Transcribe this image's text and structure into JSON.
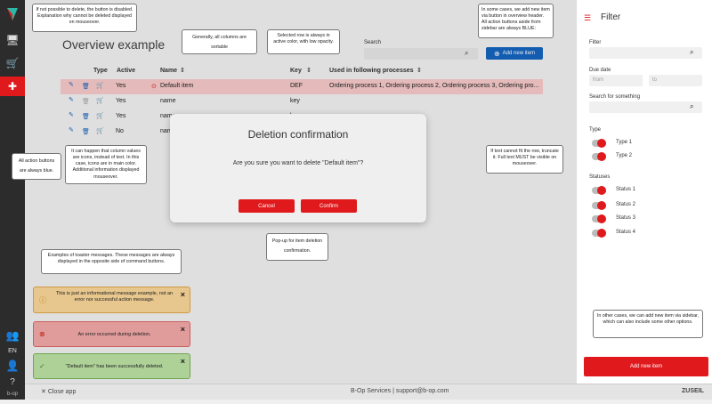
{
  "app": {
    "lang": "EN",
    "close_label": "Close app",
    "footer_center": "B-Op Services | support@b-op.com",
    "brand": "ZUSEIL"
  },
  "main": {
    "title": "Overview example",
    "search_label": "Search",
    "add_button": "Add new item"
  },
  "table": {
    "headers": [
      "Type",
      "Active",
      "Name",
      "Key",
      "Used in following processes"
    ],
    "rows": [
      {
        "active": "Yes",
        "name": "Default item",
        "key": "DEF",
        "processes": "Ordering process 1, Ordering process 2, Ordering process 3, Ordering pro..."
      },
      {
        "active": "Yes",
        "name": "name",
        "key": "key",
        "processes": ""
      },
      {
        "active": "Yes",
        "name": "name",
        "key": "key",
        "processes": ""
      },
      {
        "active": "No",
        "name": "nan",
        "key": "",
        "processes": ""
      }
    ]
  },
  "modal": {
    "title": "Deletion confirmation",
    "message": "Are you sure you want to delete \"Default item\"?",
    "cancel": "Cancel",
    "confirm": "Confirm"
  },
  "filter": {
    "title": "Filter",
    "filter_label": "Filter",
    "due_label": "Due date",
    "from_placeholder": "from",
    "to_placeholder": "to",
    "search_label": "Search for something",
    "type_label": "Type",
    "types": [
      "Type 1",
      "Type 2"
    ],
    "statuses_label": "Statuses",
    "statuses": [
      "Status 1",
      "Status 2",
      "Status 3",
      "Status 4"
    ],
    "add_button": "Add new item"
  },
  "toasts": {
    "info": "This is just an informational message example, not an error nor successful action message.",
    "error": "An error occurred during deletion.",
    "success": "\"Default item\" has been successfully deleted."
  },
  "callouts": {
    "disabled": "If not possible to delete, the button is disabled. Explanation why cannot be deleted displayed on mouseover.",
    "sortable": "Generally, all columns are sortable",
    "selected": "Selected row is always in active color, with low opacity.",
    "add_header": "In some cases, we add new item via button in overview header. All action buttons aside from sidebar are always BLUE:",
    "actions_blue": "All action buttons are always blue.",
    "icons": "It can happen that column values are icons, instead of text. In this case, icons are in main color. Additional information displayed mouseover.",
    "popup": "Pop-up for item deletion confirmation.",
    "truncate": "If text cannot fit the row, truncate it. Full text MUST be visible on mouseover.",
    "toasts": "Examples of toaster messages. These messages are always displayed in the opposite side of command buttons.",
    "sidebar_add": "In other cases, we can add new item via sidebar, which can also include some other options."
  },
  "colors": {
    "accent": "#e0191c",
    "action": "#1565c0",
    "sidebar": "#2c2c2c"
  }
}
